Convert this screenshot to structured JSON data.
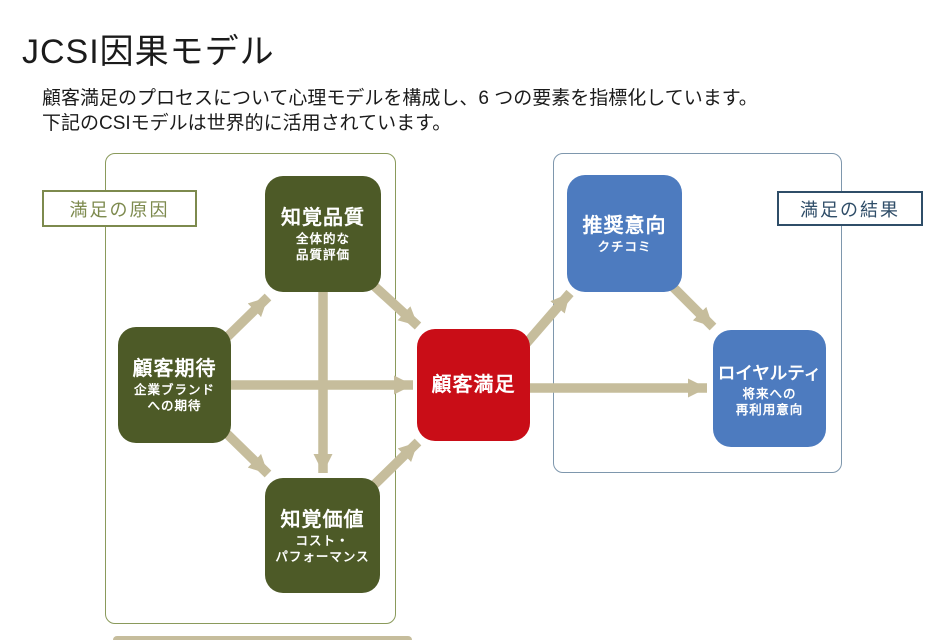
{
  "page": {
    "title": "JCSI因果モデル",
    "subtitle_line1": "顧客満足のプロセスについて心理モデルを構成し、6 つの要素を指標化しています。",
    "subtitle_line2": "下記のCSIモデルは世界的に活用されています。"
  },
  "groups": {
    "causes": {
      "label": "満足の原因",
      "border_color": "#7d8a4e"
    },
    "results": {
      "label": "満足の結果",
      "border_color": "#2f4d68"
    }
  },
  "nodes": [
    {
      "id": "perceived-quality",
      "title": "知覚品質",
      "subtitle": "全体的な\n品質評価",
      "color": "#4d5a27"
    },
    {
      "id": "customer-expectation",
      "title": "顧客期待",
      "subtitle": "企業ブランド\nへの期待",
      "color": "#4d5a27"
    },
    {
      "id": "perceived-value",
      "title": "知覚価値",
      "subtitle": "コスト・\nパフォーマンス",
      "color": "#4d5a27"
    },
    {
      "id": "customer-satisfaction",
      "title": "顧客満足",
      "subtitle": "",
      "color": "#c90d17"
    },
    {
      "id": "recommendation-intent",
      "title": "推奨意向",
      "subtitle": "クチコミ",
      "color": "#4d7bbf"
    },
    {
      "id": "loyalty",
      "title": "ロイヤルティ",
      "subtitle": "将来への\n再利用意向",
      "color": "#4d7bbf"
    }
  ],
  "edges": [
    {
      "from": "顧客期待",
      "to": "知覚品質"
    },
    {
      "from": "顧客期待",
      "to": "知覚価値"
    },
    {
      "from": "顧客期待",
      "to": "顧客満足"
    },
    {
      "from": "知覚品質",
      "to": "知覚価値"
    },
    {
      "from": "知覚品質",
      "to": "顧客満足"
    },
    {
      "from": "知覚価値",
      "to": "顧客満足"
    },
    {
      "from": "顧客満足",
      "to": "推奨意向"
    },
    {
      "from": "顧客満足",
      "to": "ロイヤルティ"
    },
    {
      "from": "推奨意向",
      "to": "ロイヤルティ"
    }
  ],
  "colors": {
    "olive_node": "#4d5a27",
    "red_node": "#c90d17",
    "blue_node": "#4d7bbf",
    "arrow": "#c6bd9c",
    "causes_container_border": "#8a9a5b",
    "results_container_border": "#7e97ad",
    "background": "#ffffff"
  }
}
